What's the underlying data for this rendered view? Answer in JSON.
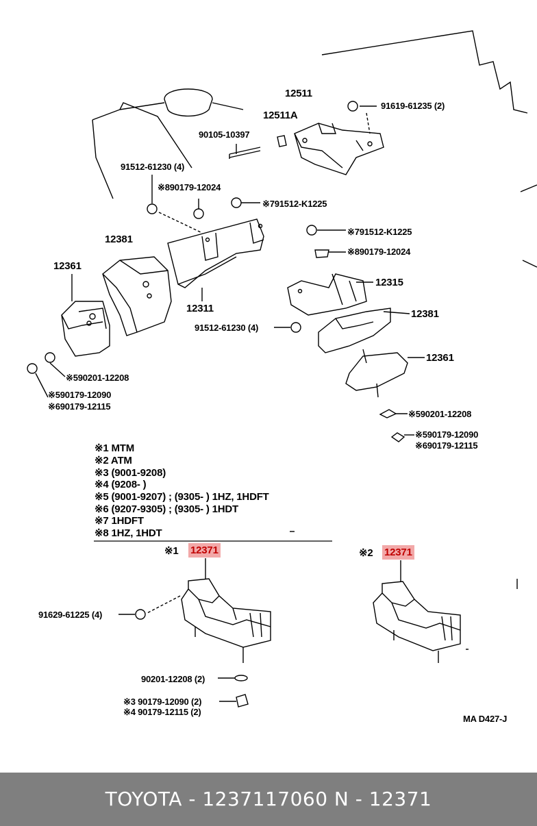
{
  "labels": {
    "p12511": "12511",
    "p12511a": "12511A",
    "p91619": "91619-61235 (2)",
    "p90105": "90105-10397",
    "p91512_top": "91512-61230 (4)",
    "p90179_12024_a": "※890179-12024",
    "p791512_a": "※791512-K1225",
    "p12381_left": "12381",
    "p12361_left": "12361",
    "p12311": "12311",
    "p791512_b": "※791512-K1225",
    "p90179_12024_b": "※890179-12024",
    "p12315": "12315",
    "p91512_mid": "91512-61230 (4)",
    "p12381_right": "12381",
    "p12361_right": "12361",
    "p590201_left": "※590201-12208",
    "p590179_left": "※590179-12090",
    "p690179_left": "※690179-12115",
    "p590201_right": "※590201-12208",
    "p590179_right": "※590179-12090",
    "p690179_right": "※690179-12115",
    "p91629": "91629-61225 (4)",
    "p90201": "90201-12208 (2)",
    "p3_90179": "※3 90179-12090 (2)",
    "p4_90179": "※4 90179-12115 (2)",
    "ref_code": "MA D427-J"
  },
  "notes": [
    "※1 MTM",
    "※2 ATM",
    "※3 (9001-9208)",
    "※4 (9208-          )",
    "※5 (9001-9207) ; (9305-          ) 1HZ, 1HDFT",
    "※6 (9207-9305) ; (9305-          ) 1HDT",
    "※7 1HDFT",
    "※8 1HZ, 1HDT"
  ],
  "variants": {
    "left_marker": "※1",
    "left_part": "12371",
    "right_marker": "※2",
    "right_part": "12371"
  },
  "highlight_color": "#f2a8a8",
  "footer": {
    "text": "TOYOTA - 1237117060     N - 12371",
    "background": "#7f7f7f"
  }
}
